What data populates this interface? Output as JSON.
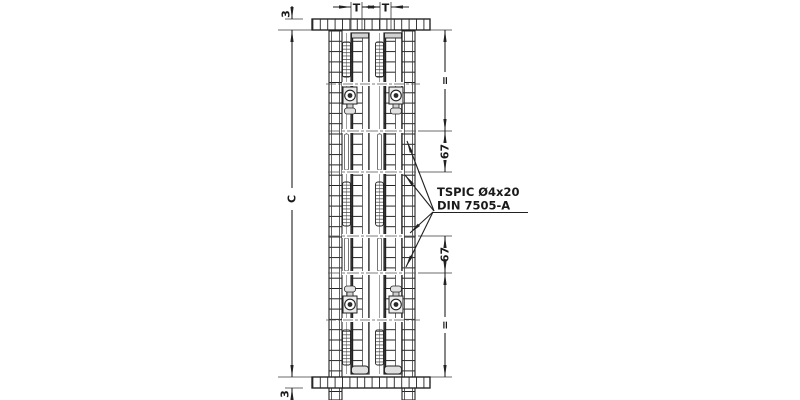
{
  "drawing": {
    "type": "technical-drawing",
    "subject": "vertical pull-out frame runner assembly, front section view",
    "annotation": {
      "screw_spec_line1": "TSPIC Ø4x20",
      "screw_spec_line2": "DIN 7505-A",
      "leader_target_count": 4
    },
    "dimensions": {
      "panel_gap_top": "3",
      "overall_length": "C",
      "panel_gap_bottom": "3",
      "runner_offset_left": "T",
      "runner_offset_right": "T",
      "equal_spacing_top": "=",
      "screw_spacing_upper": "67",
      "screw_spacing_lower": "67",
      "equal_spacing_bottom": "="
    },
    "colors": {
      "line": "#222222",
      "dim_line": "#3a3a3a",
      "light_fill": "#e8e8e8",
      "mid_fill": "#d2d2d2",
      "ball_fill": "#2a2a2a",
      "background": "#ffffff"
    }
  }
}
